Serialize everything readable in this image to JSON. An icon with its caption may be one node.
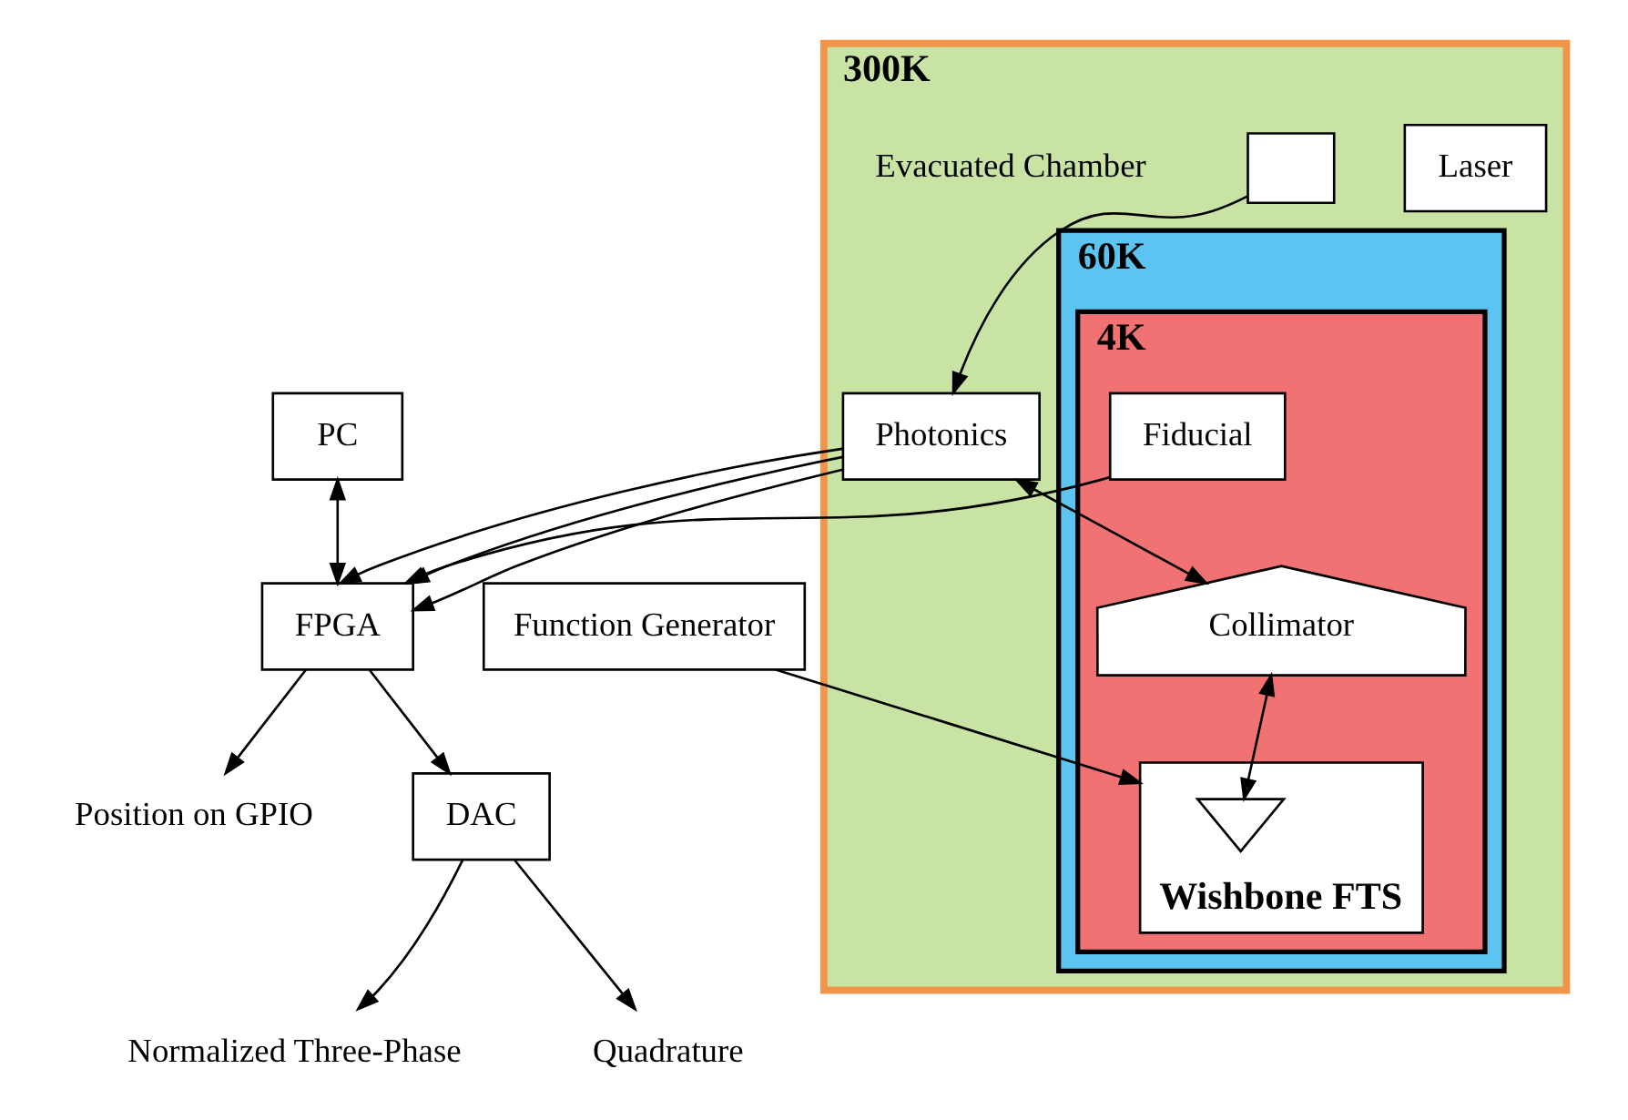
{
  "diagram": {
    "nodes": [
      {
        "text": [
          "PC"
        ]
      },
      {
        "text": [
          "FPGA"
        ]
      },
      {
        "text": [
          "Position on GPIO"
        ]
      },
      {
        "text": [
          "DAC"
        ]
      },
      {
        "text": [
          "Function Generator"
        ]
      },
      {
        "text": [
          "Normalized Three-Phase"
        ]
      },
      {
        "text": [
          "Quadrature"
        ]
      },
      {
        "text": [
          "300K"
        ],
        "beside": [
          "Evacuated Chamber"
        ]
      },
      {
        "text": [
          "Laser"
        ],
        "in": 7
      },
      {
        "text": [],
        "shape": "box",
        "in": 7
      },
      {
        "text": [
          "Photonics"
        ],
        "in": 7
      },
      {
        "text": [
          "60K"
        ],
        "in": 7
      },
      {
        "text": [
          "4K"
        ],
        "in": 11
      },
      {
        "text": [
          "Collimator"
        ],
        "in": 12
      },
      {
        "text": [
          "Wishbone FTS"
        ],
        "in": 12
      },
      {
        "text": [],
        "shape": "triangle",
        "in": 14
      },
      {
        "text": [
          "Fiducial"
        ],
        "in": 12
      }
    ],
    "edges": [
      {
        "from": 10,
        "to": 1,
        "arrow": "to"
      },
      {
        "from": 10,
        "to": 1,
        "arrow": "to"
      },
      {
        "from": 10,
        "to": 1,
        "arrow": "to"
      },
      {
        "from": 0,
        "to": 1,
        "arrow": "both"
      },
      {
        "from": 9,
        "to": 10,
        "arrow": "to"
      },
      {
        "from": 16,
        "to": 1,
        "arrow": "to"
      },
      {
        "from": 10,
        "to": 13,
        "arrow": "both"
      },
      {
        "from": 1,
        "to": 2,
        "arrow": "to"
      },
      {
        "from": 1,
        "to": 3,
        "arrow": "to"
      },
      {
        "from": 13,
        "to": 15,
        "arrow": "both"
      },
      {
        "from": 4,
        "to": 14,
        "arrow": "to"
      },
      {
        "from": 3,
        "to": 5,
        "arrow": "to"
      },
      {
        "from": 3,
        "to": 6,
        "arrow": "to"
      }
    ]
  }
}
